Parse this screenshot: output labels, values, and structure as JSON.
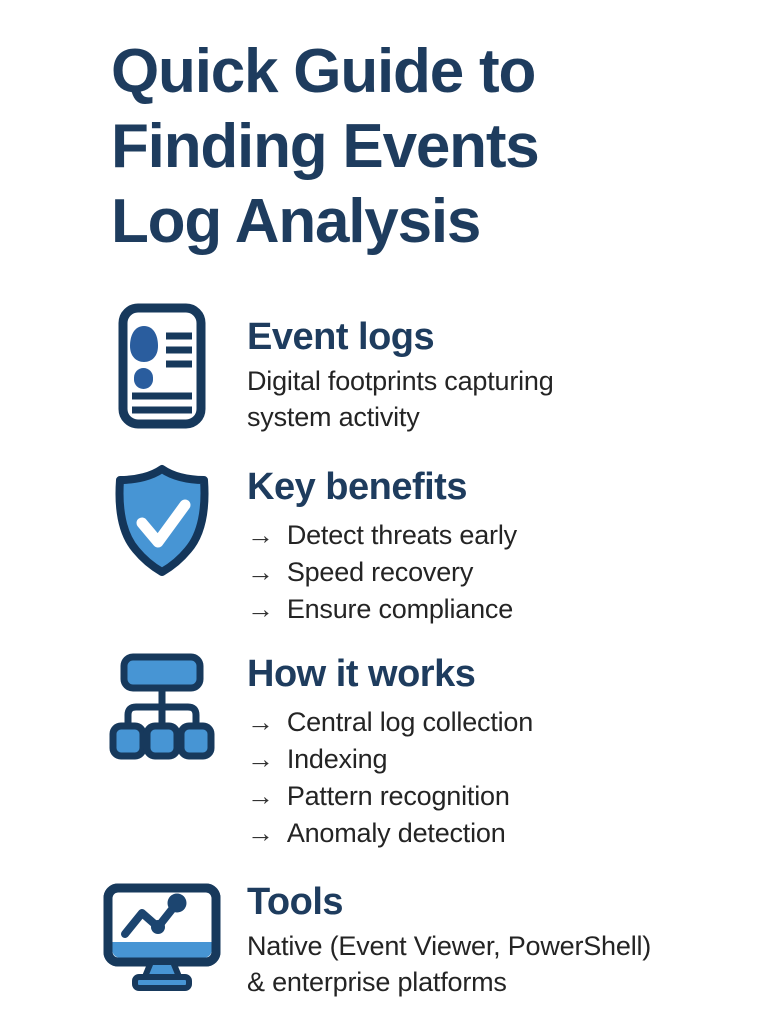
{
  "colors": {
    "navy_text": "#1e3c5e",
    "icon_outline": "#17395c",
    "icon_blue": "#4795d4",
    "footprint_blue": "#2a5d9e",
    "body_text": "#242424",
    "background": "#ffffff"
  },
  "ui": {
    "bullet_marker": "→"
  },
  "title": {
    "lines": [
      "Quick Guide to",
      "Finding Events",
      "Log Analysis"
    ]
  },
  "sections": [
    {
      "heading": "Event logs",
      "icon": "event-log-document-icon",
      "description_lines": [
        "Digital footprints capturing",
        "system activity"
      ]
    },
    {
      "heading": "Key benefits",
      "icon": "shield-check-icon",
      "bullets": [
        "Detect threats early",
        "Speed recovery",
        "Ensure compliance"
      ]
    },
    {
      "heading": "How it works",
      "icon": "hierarchy-flowchart-icon",
      "bullets": [
        "Central log collection",
        "Indexing",
        "Pattern recognition",
        "Anomaly detection"
      ]
    },
    {
      "heading": "Tools",
      "icon": "monitor-line-chart-icon",
      "description_lines": [
        "Native (Event Viewer, PowerShell)",
        "& enterprise platforms"
      ]
    }
  ]
}
